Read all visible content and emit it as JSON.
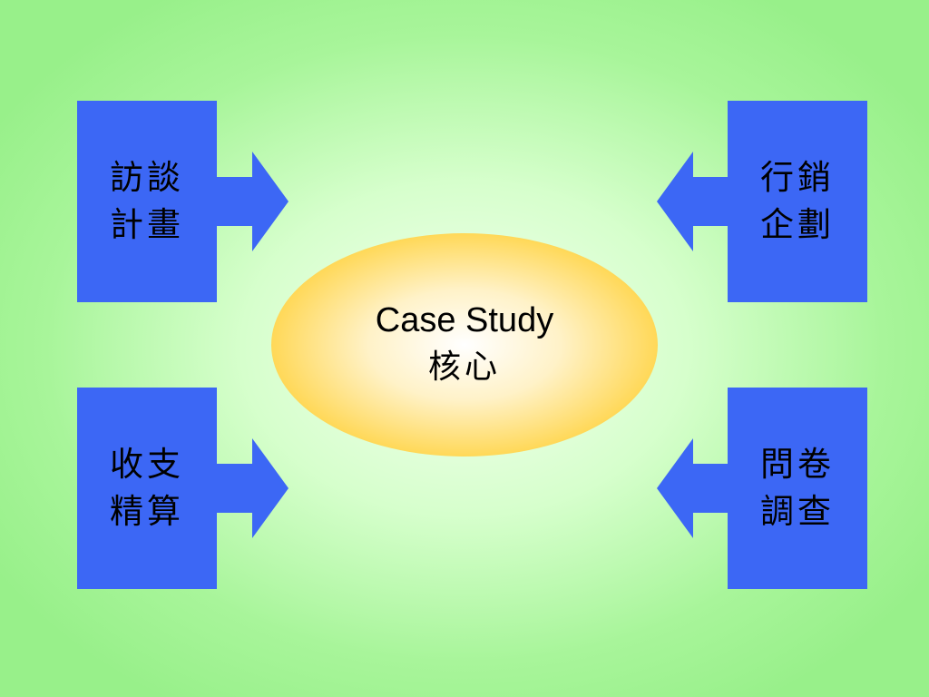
{
  "diagram": {
    "center": {
      "title": "Case Study",
      "subtitle": "核心"
    },
    "nodes": {
      "top_left": {
        "line1": "訪談",
        "line2": "計畫",
        "arrow": "arrow-right-icon"
      },
      "bottom_left": {
        "line1": "收支",
        "line2": "精算",
        "arrow": "arrow-right-icon"
      },
      "top_right": {
        "line1": "行銷",
        "line2": "企劃",
        "arrow": "arrow-left-icon"
      },
      "bottom_right": {
        "line1": "問卷",
        "line2": "調查",
        "arrow": "arrow-left-icon"
      }
    },
    "colors": {
      "box": "#3c67f5",
      "core_outer": "#ffc61e",
      "core_inner": "#ffffff",
      "background_edge": "#98f08a",
      "background_center": "#f4fff0"
    }
  }
}
